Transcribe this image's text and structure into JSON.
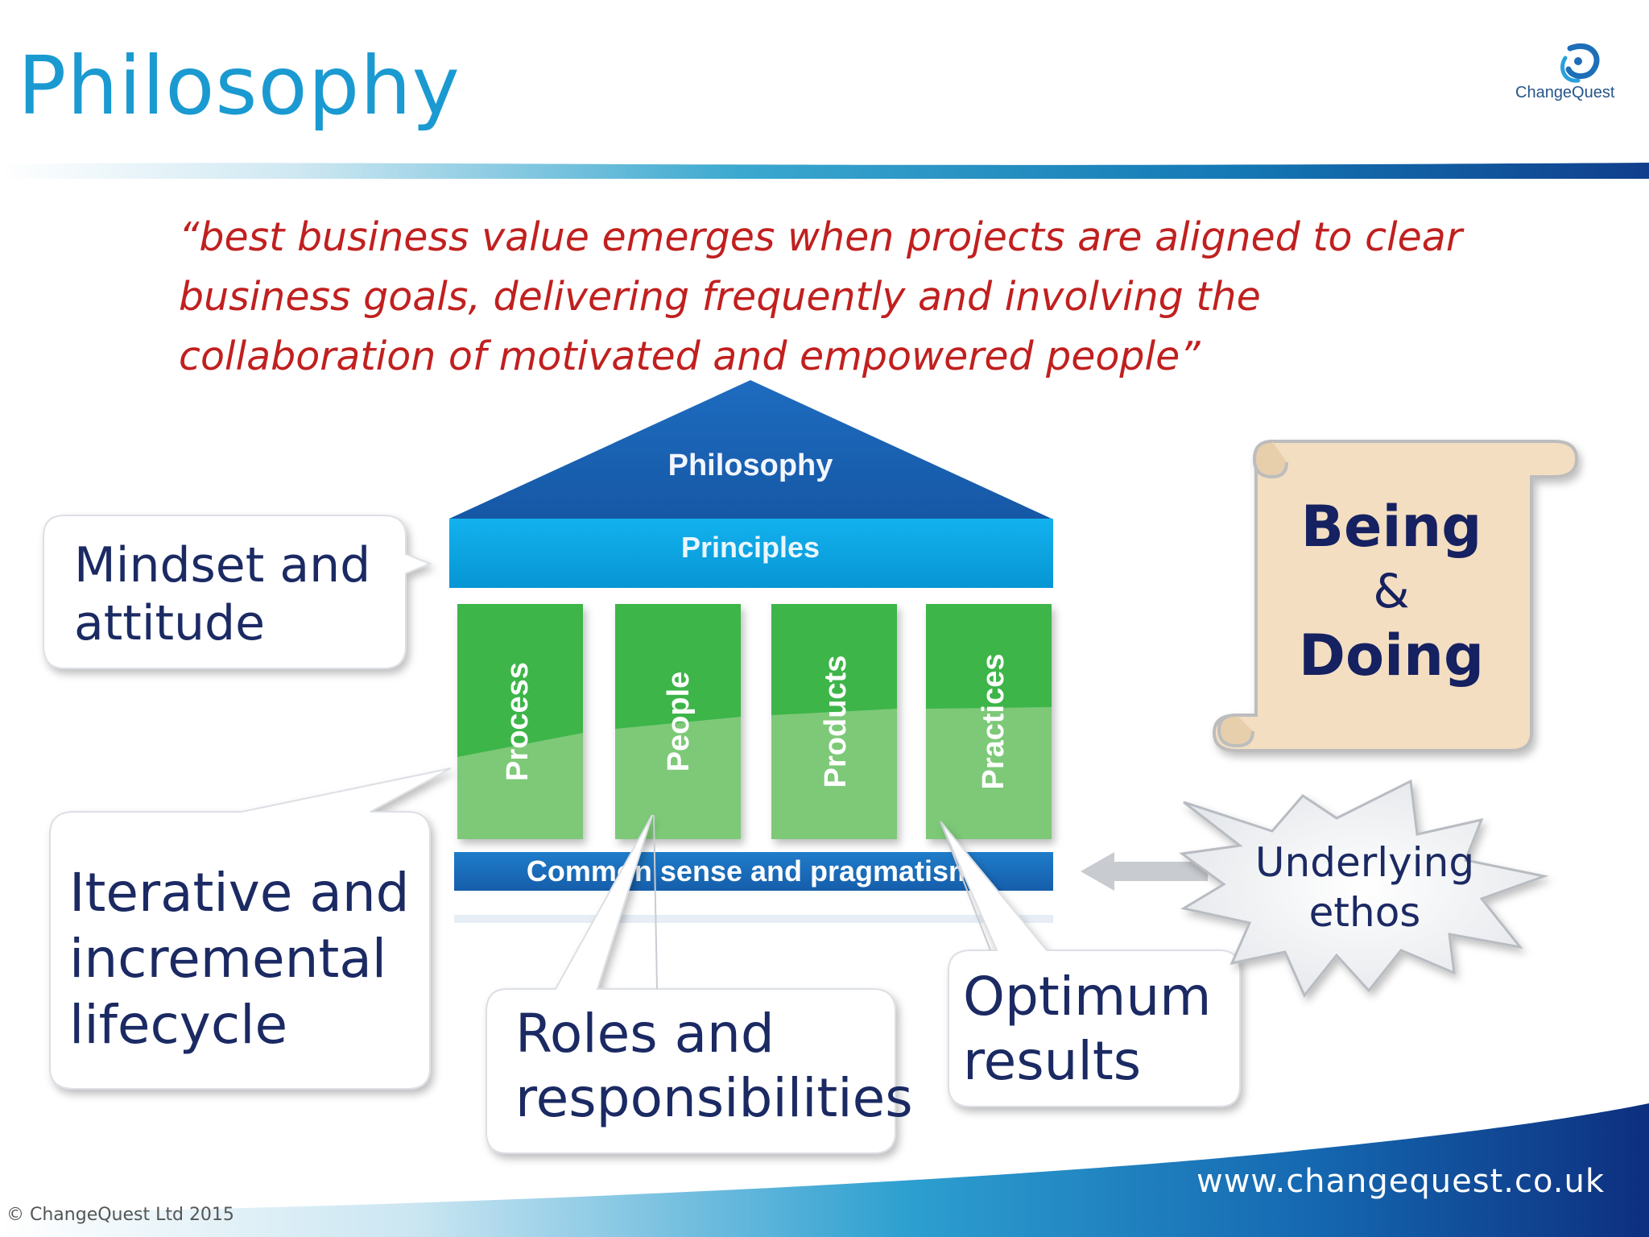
{
  "slide": {
    "title": "Philosophy",
    "quote": "“best business value emerges when projects are aligned to clear business goals, delivering frequently and involving the collaboration of motivated and empowered people”",
    "website": "www.changequest.co.uk",
    "copyright": "© ChangeQuest Ltd 2015"
  },
  "logo": {
    "name": "ChangeQuest",
    "icon": "swirl-logo-icon"
  },
  "temple": {
    "roof": "Philosophy",
    "beam": "Principles",
    "pillars": [
      "Process",
      "People",
      "Products",
      "Practices"
    ],
    "foundation": "Common sense and pragmatism"
  },
  "callouts": {
    "mindset": [
      "Mindset and",
      "attitude"
    ],
    "iterative": [
      "Iterative and",
      "incremental",
      "lifecycle"
    ],
    "roles": [
      "Roles and",
      "responsibilities"
    ],
    "optimum": [
      "Optimum",
      "results"
    ]
  },
  "scroll": {
    "line1": "Being",
    "line2": "&",
    "line3": "Doing"
  },
  "starburst": {
    "line1": "Underlying",
    "line2": "ethos"
  },
  "colors": {
    "title_blue": "#1a9ad1",
    "quote_red": "#c0201f",
    "roof_blue": "#1a5fb0",
    "beam_cyan": "#0aa3e0",
    "pillar_green": "#3cb54a",
    "foundation_blue": "#1a6dbf",
    "navy_text": "#1b2a63",
    "scroll_fill": "#f3dec2"
  }
}
